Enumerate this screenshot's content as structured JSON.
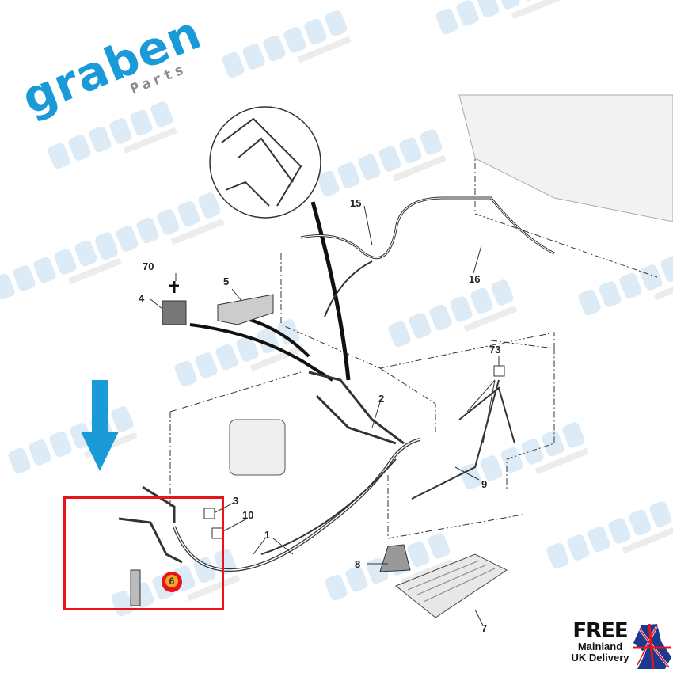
{
  "brand": {
    "name": "graben",
    "sub": "Parts",
    "color_primary": "#1a9ad9",
    "color_secondary": "#9a9a9a"
  },
  "watermark": {
    "text": "graben",
    "sub": "Parts"
  },
  "callouts": {
    "c70": "70",
    "c4": "4",
    "c5": "5",
    "c15": "15",
    "c16": "16",
    "c2": "2",
    "c73": "73",
    "c3": "3",
    "c10": "10",
    "c1": "1",
    "c9": "9",
    "c8": "8",
    "c7": "7",
    "c6": "6"
  },
  "highlight": {
    "color": "#e8141b",
    "arrow_color": "#1a9ad9",
    "marker_color": "#f5a623"
  },
  "badge": {
    "line1": "FREE",
    "line2": "Mainland",
    "line3": "UK Delivery"
  }
}
